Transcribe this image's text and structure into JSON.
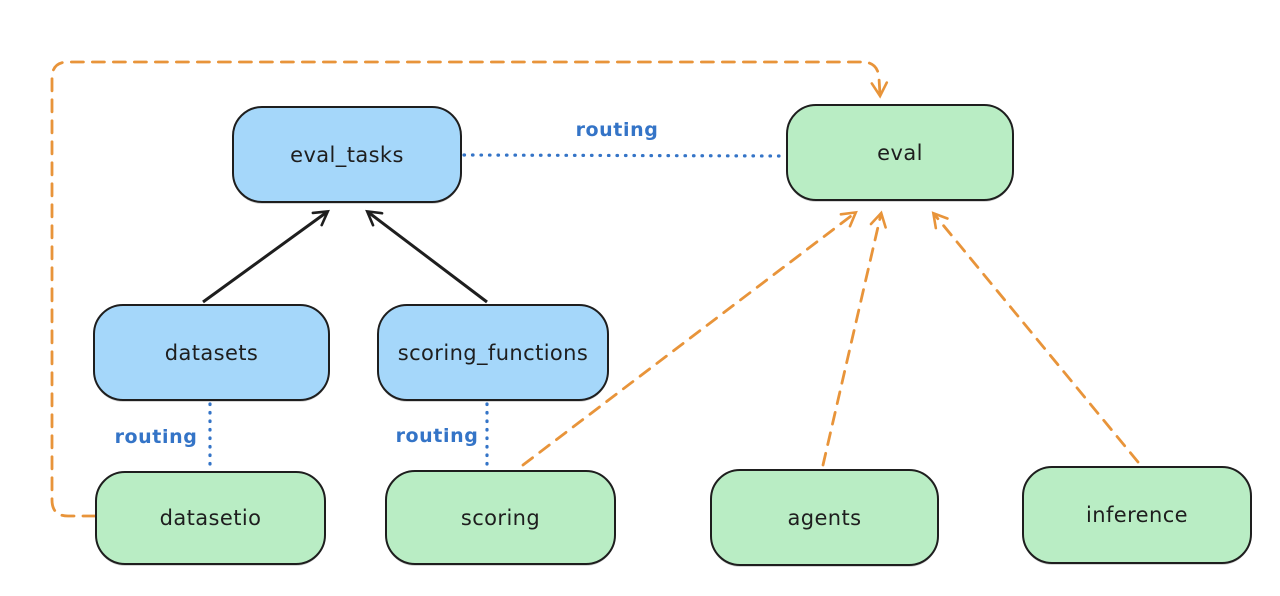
{
  "diagram": {
    "nodes": {
      "eval_tasks": {
        "label": "eval_tasks",
        "color": "blue"
      },
      "eval": {
        "label": "eval",
        "color": "green"
      },
      "datasets": {
        "label": "datasets",
        "color": "blue"
      },
      "scoring_functions": {
        "label": "scoring_functions",
        "color": "blue"
      },
      "datasetio": {
        "label": "datasetio",
        "color": "green"
      },
      "scoring": {
        "label": "scoring",
        "color": "green"
      },
      "agents": {
        "label": "agents",
        "color": "green"
      },
      "inference": {
        "label": "inference",
        "color": "green"
      }
    },
    "edges": [
      {
        "from": "eval_tasks",
        "to": "eval",
        "style": "dotted",
        "color": "blue",
        "label": "routing"
      },
      {
        "from": "datasets",
        "to": "datasetio",
        "style": "dotted",
        "color": "blue",
        "label": "routing"
      },
      {
        "from": "scoring_functions",
        "to": "scoring",
        "style": "dotted",
        "color": "blue",
        "label": "routing"
      },
      {
        "from": "datasets",
        "to": "eval_tasks",
        "style": "solid",
        "color": "black",
        "arrow": true
      },
      {
        "from": "scoring_functions",
        "to": "eval_tasks",
        "style": "solid",
        "color": "black",
        "arrow": true
      },
      {
        "from": "datasetio",
        "to": "eval",
        "style": "dashed",
        "color": "orange",
        "arrow": true,
        "route": "around-left-and-top"
      },
      {
        "from": "scoring",
        "to": "eval",
        "style": "dashed",
        "color": "orange",
        "arrow": true
      },
      {
        "from": "agents",
        "to": "eval",
        "style": "dashed",
        "color": "orange",
        "arrow": true
      },
      {
        "from": "inference",
        "to": "eval",
        "style": "dashed",
        "color": "orange",
        "arrow": true
      }
    ],
    "colors": {
      "background": "#ffffff",
      "node_blue_fill": "#a5d7fa",
      "node_green_fill": "#b9edc4",
      "node_stroke": "#1e1e1e",
      "edge_black": "#1e1e1e",
      "edge_orange": "#e8943a",
      "edge_blue": "#3474c7"
    }
  }
}
